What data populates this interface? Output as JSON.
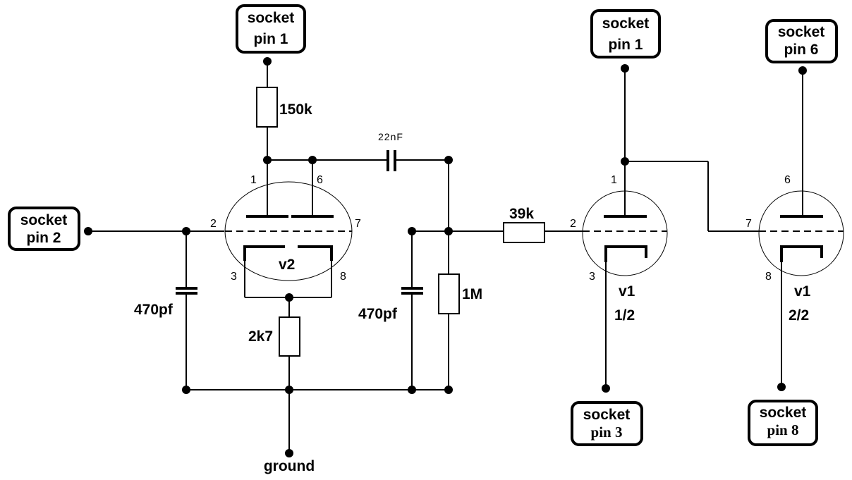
{
  "sockets": {
    "v2_anode_supply": {
      "line1": "socket",
      "line2": "pin 1"
    },
    "input": {
      "line1": "socket",
      "line2": "pin 2"
    },
    "v1a_anode": {
      "line1": "socket",
      "line2": "pin 1"
    },
    "v1b_anode": {
      "line1": "socket",
      "line2": "pin 6"
    },
    "v1a_cathode": {
      "line1": "socket",
      "line2": "pin 3"
    },
    "v1b_cathode": {
      "line1": "socket",
      "line2": "pin 8"
    }
  },
  "components": {
    "r_150k": "150k",
    "c_22nf": "22nF",
    "r_39k": "39k",
    "r_1m": "1M",
    "r_2k7": "2k7",
    "c_470pf_left": "470pf",
    "c_470pf_right": "470pf"
  },
  "tubes": {
    "v2": {
      "label": "v2",
      "pins": [
        "1",
        "6",
        "2",
        "7",
        "3",
        "8"
      ]
    },
    "v1a": {
      "label": "v1",
      "sub": "1/2",
      "pins": [
        "1",
        "2",
        "3"
      ]
    },
    "v1b": {
      "label": "v1",
      "sub": "2/2",
      "pins": [
        "6",
        "7",
        "8"
      ]
    }
  },
  "ground_label": "ground"
}
